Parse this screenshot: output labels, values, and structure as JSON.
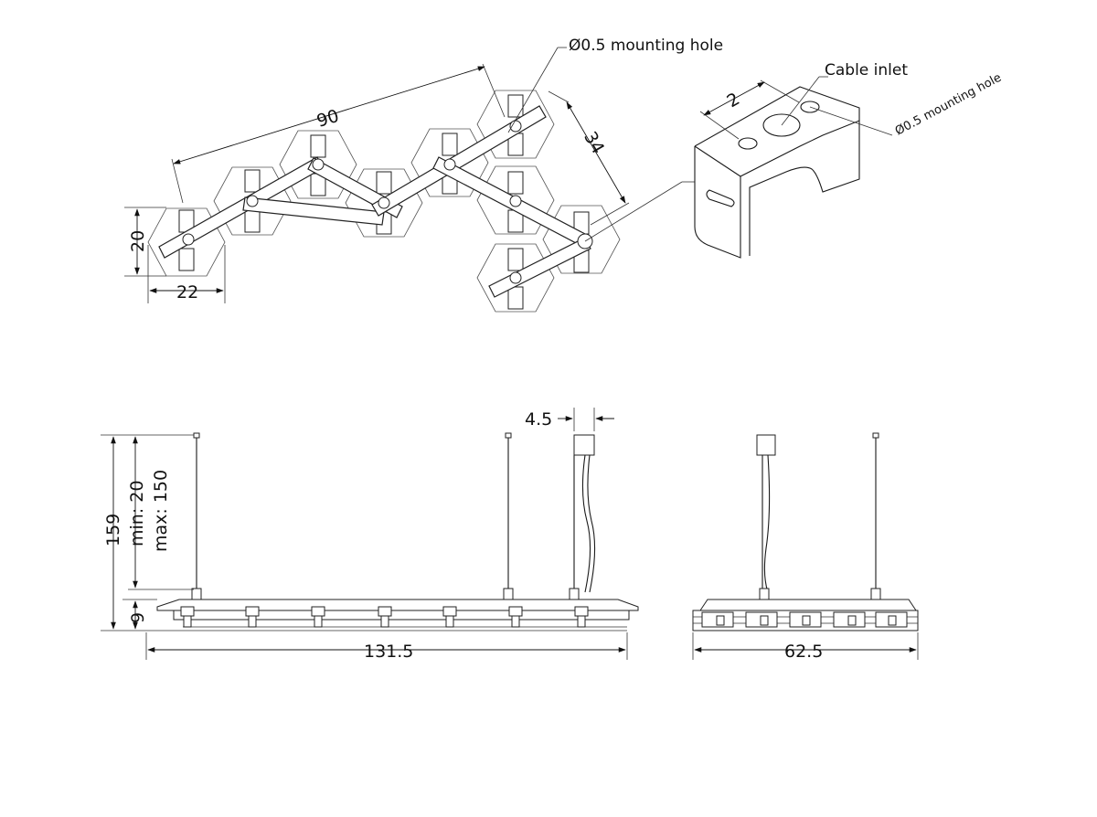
{
  "labels": {
    "mounting_hole_top": "Ø0.5 mounting hole",
    "cable_inlet": "Cable inlet",
    "mounting_hole_side": "Ø0.5 mounting hole"
  },
  "dimensions": {
    "overall_length_top": "90",
    "module_span": "34",
    "hex_height": "20",
    "hex_width": "22",
    "bracket_width": "2",
    "canopy_width": "4.5",
    "total_height": "159",
    "suspension_min": "min: 20",
    "suspension_max": "max: 150",
    "fixture_height": "9",
    "fixture_length": "131.5",
    "fixture_depth": "62.5"
  },
  "colors": {
    "line": "#1a1a1a",
    "background": "#ffffff"
  }
}
